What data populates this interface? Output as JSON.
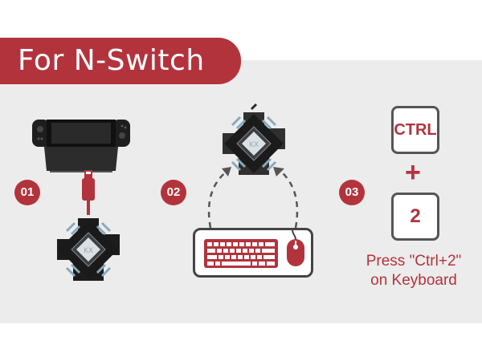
{
  "banner": {
    "title": "For N-Switch"
  },
  "steps": [
    {
      "number": "01"
    },
    {
      "number": "02"
    },
    {
      "number": "03",
      "key1": "CTRL",
      "plus": "+",
      "key2": "2",
      "caption_line1": "Press \"Ctrl+2\"",
      "caption_line2": "on Keyboard"
    }
  ],
  "adapter_label": "KX",
  "colors": {
    "accent": "#b3333d",
    "panel": "#ececec",
    "dark": "#2b2b2b"
  }
}
